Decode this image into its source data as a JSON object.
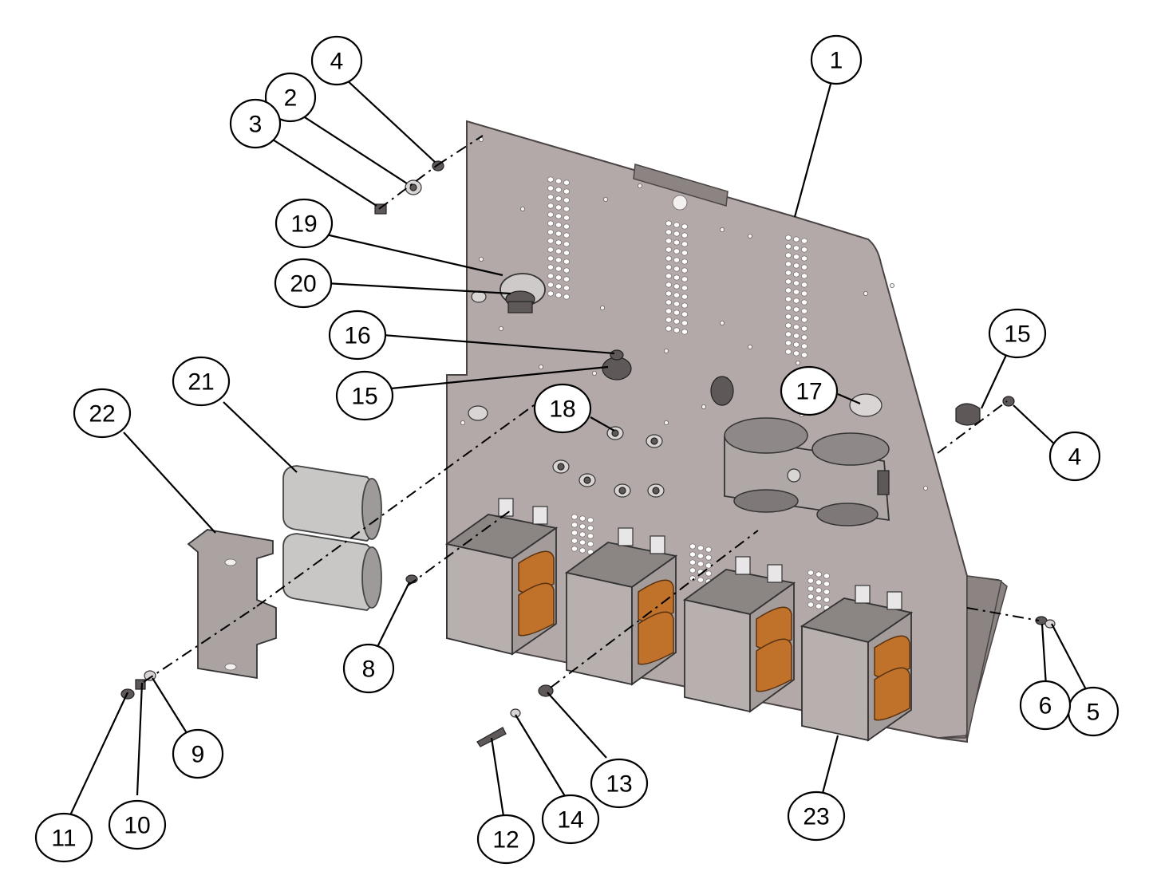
{
  "diagram": {
    "type": "exploded-parts-assembly",
    "callouts": [
      {
        "id": "c1",
        "label": "1"
      },
      {
        "id": "c2",
        "label": "2"
      },
      {
        "id": "c3",
        "label": "3"
      },
      {
        "id": "c4a",
        "label": "4"
      },
      {
        "id": "c4b",
        "label": "4"
      },
      {
        "id": "c5",
        "label": "5"
      },
      {
        "id": "c6",
        "label": "6"
      },
      {
        "id": "c8",
        "label": "8"
      },
      {
        "id": "c9",
        "label": "9"
      },
      {
        "id": "c10",
        "label": "10"
      },
      {
        "id": "c11",
        "label": "11"
      },
      {
        "id": "c12",
        "label": "12"
      },
      {
        "id": "c13",
        "label": "13"
      },
      {
        "id": "c14",
        "label": "14"
      },
      {
        "id": "c15a",
        "label": "15"
      },
      {
        "id": "c15b",
        "label": "15"
      },
      {
        "id": "c16",
        "label": "16"
      },
      {
        "id": "c17",
        "label": "17"
      },
      {
        "id": "c18",
        "label": "18"
      },
      {
        "id": "c19",
        "label": "19"
      },
      {
        "id": "c20",
        "label": "20"
      },
      {
        "id": "c21",
        "label": "21"
      },
      {
        "id": "c22",
        "label": "22"
      },
      {
        "id": "c23",
        "label": "23"
      }
    ],
    "colors": {
      "plate": "#b3a9a8",
      "coil": "#c0712a",
      "outline": "#000000",
      "background": "#ffffff"
    }
  }
}
